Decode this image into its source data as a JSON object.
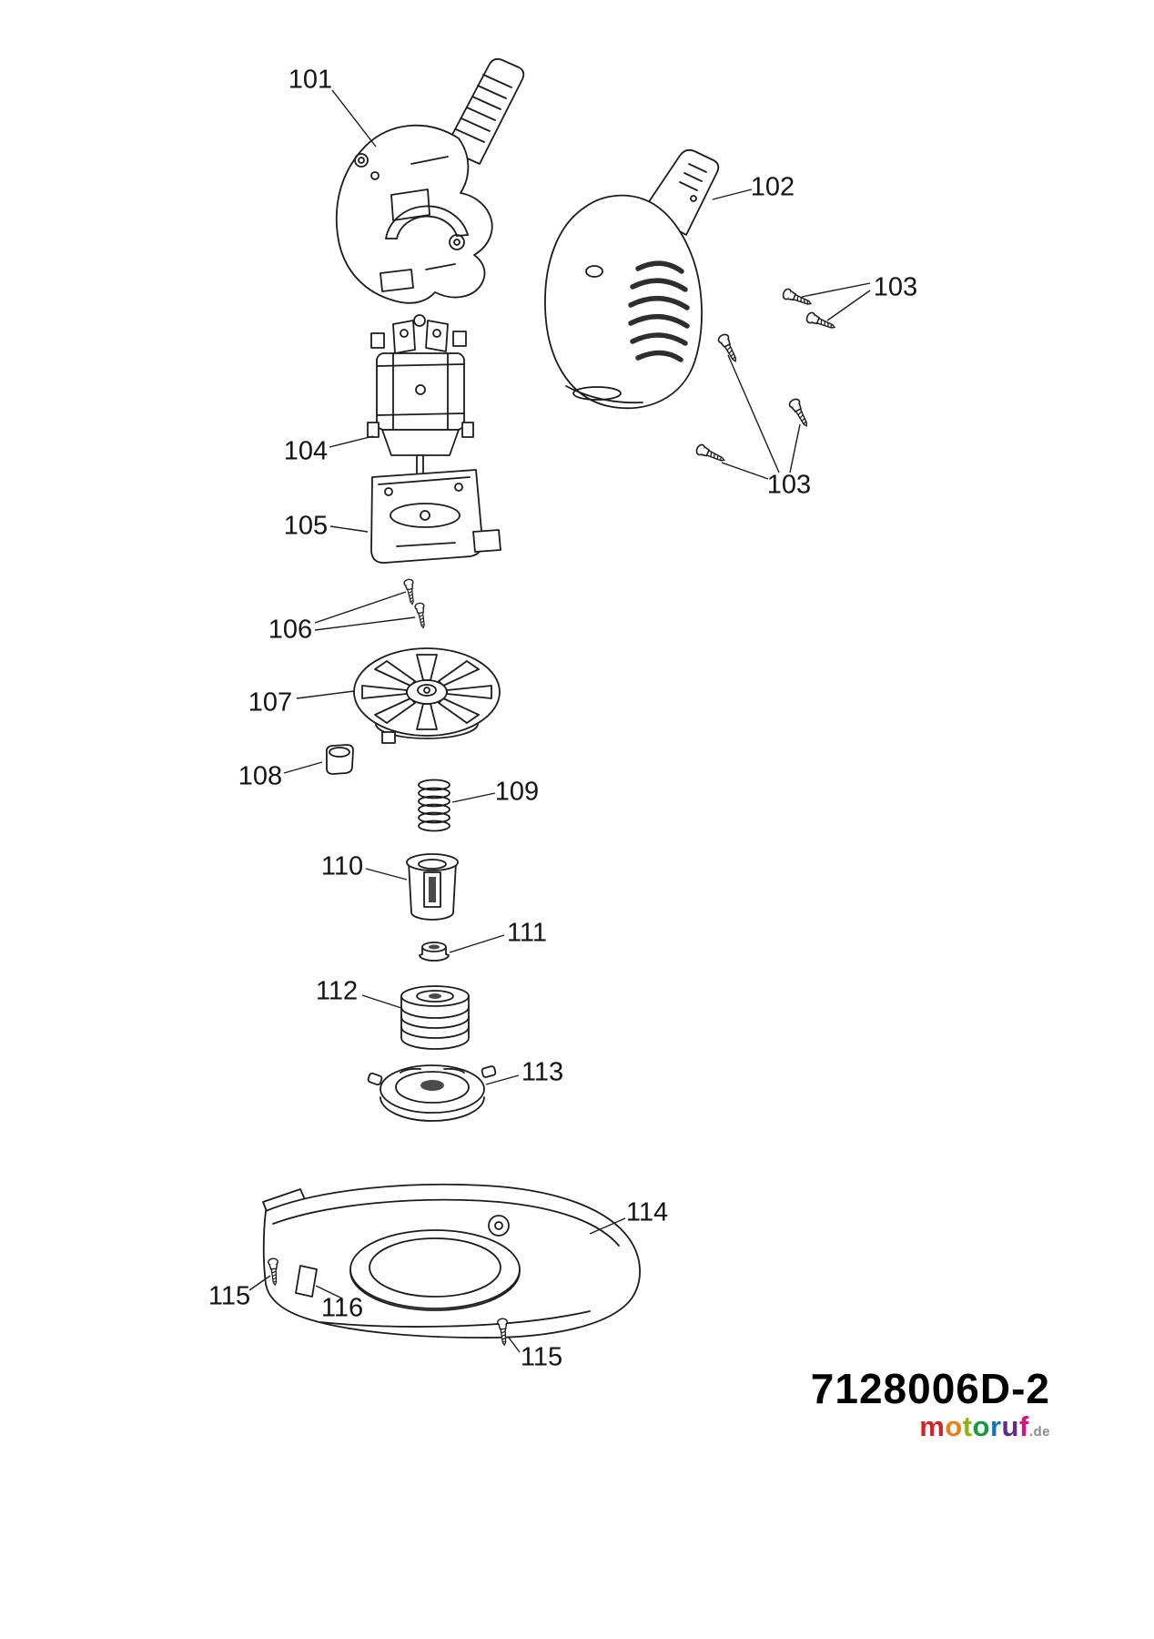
{
  "page": {
    "background": "#ffffff",
    "line_color": "#1c1c1c"
  },
  "diagram": {
    "type": "exploded-parts-diagram",
    "callouts": [
      {
        "text": "101"
      },
      {
        "text": "102"
      },
      {
        "text": "103"
      },
      {
        "text": "103"
      },
      {
        "text": "104"
      },
      {
        "text": "105"
      },
      {
        "text": "106"
      },
      {
        "text": "107"
      },
      {
        "text": "108"
      },
      {
        "text": "109"
      },
      {
        "text": "110"
      },
      {
        "text": "111"
      },
      {
        "text": "112"
      },
      {
        "text": "113"
      },
      {
        "text": "114"
      },
      {
        "text": "115"
      },
      {
        "text": "116"
      },
      {
        "text": "115"
      }
    ]
  },
  "footer": {
    "part_code": "7128006D-2",
    "brand": {
      "letters": [
        {
          "ch": "m",
          "color": "#d2232a"
        },
        {
          "ch": "o",
          "color": "#f07f13"
        },
        {
          "ch": "t",
          "color": "#8db510"
        },
        {
          "ch": "o",
          "color": "#169a3e"
        },
        {
          "ch": "r",
          "color": "#1274b8"
        },
        {
          "ch": "u",
          "color": "#5e2d8c"
        },
        {
          "ch": "f",
          "color": "#e30b7d"
        }
      ],
      "suffix": {
        "text": ".de",
        "color": "#8c8c8c"
      }
    }
  }
}
